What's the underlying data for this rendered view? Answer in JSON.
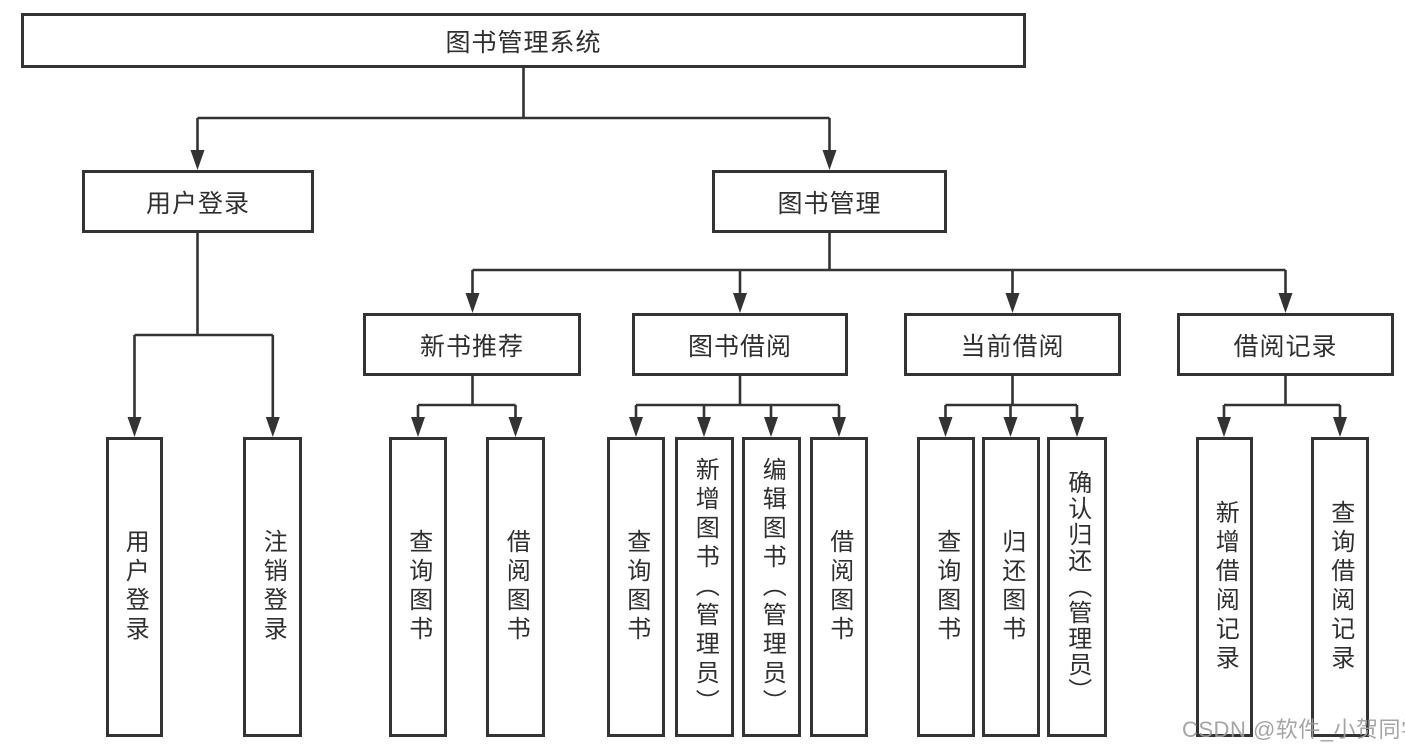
{
  "diagram": {
    "title_node": "图书管理系统",
    "nodes": {
      "root": "图书管理系统",
      "user_login": "用户登录",
      "book_mgmt": "图书管理",
      "new_book_rec": "新书推荐",
      "book_borrow": "图书借阅",
      "current_borrow": "当前借阅",
      "borrow_record": "借阅记录",
      "leaf_user_login": "用户登录",
      "leaf_logout": "注销登录",
      "leaf_nb_query": "查询图书",
      "leaf_nb_borrow": "借阅图书",
      "leaf_bb_query": "查询图书",
      "leaf_bb_add": "新增图书（管理员）",
      "leaf_bb_edit": "编辑图书（管理员）",
      "leaf_bb_borrow": "借阅图书",
      "leaf_cb_query": "查询图书",
      "leaf_cb_return": "归还图书",
      "leaf_cb_confirm": "确认归还（管理员）",
      "leaf_br_add": "新增借阅记录",
      "leaf_br_query": "查询借阅记录"
    },
    "colors": {
      "line": "#333333",
      "text": "#2f2f2f",
      "background": "#ffffff",
      "watermark_gray": "#9e9e9e"
    }
  },
  "watermark": "CSDN @软件_小贺同学"
}
